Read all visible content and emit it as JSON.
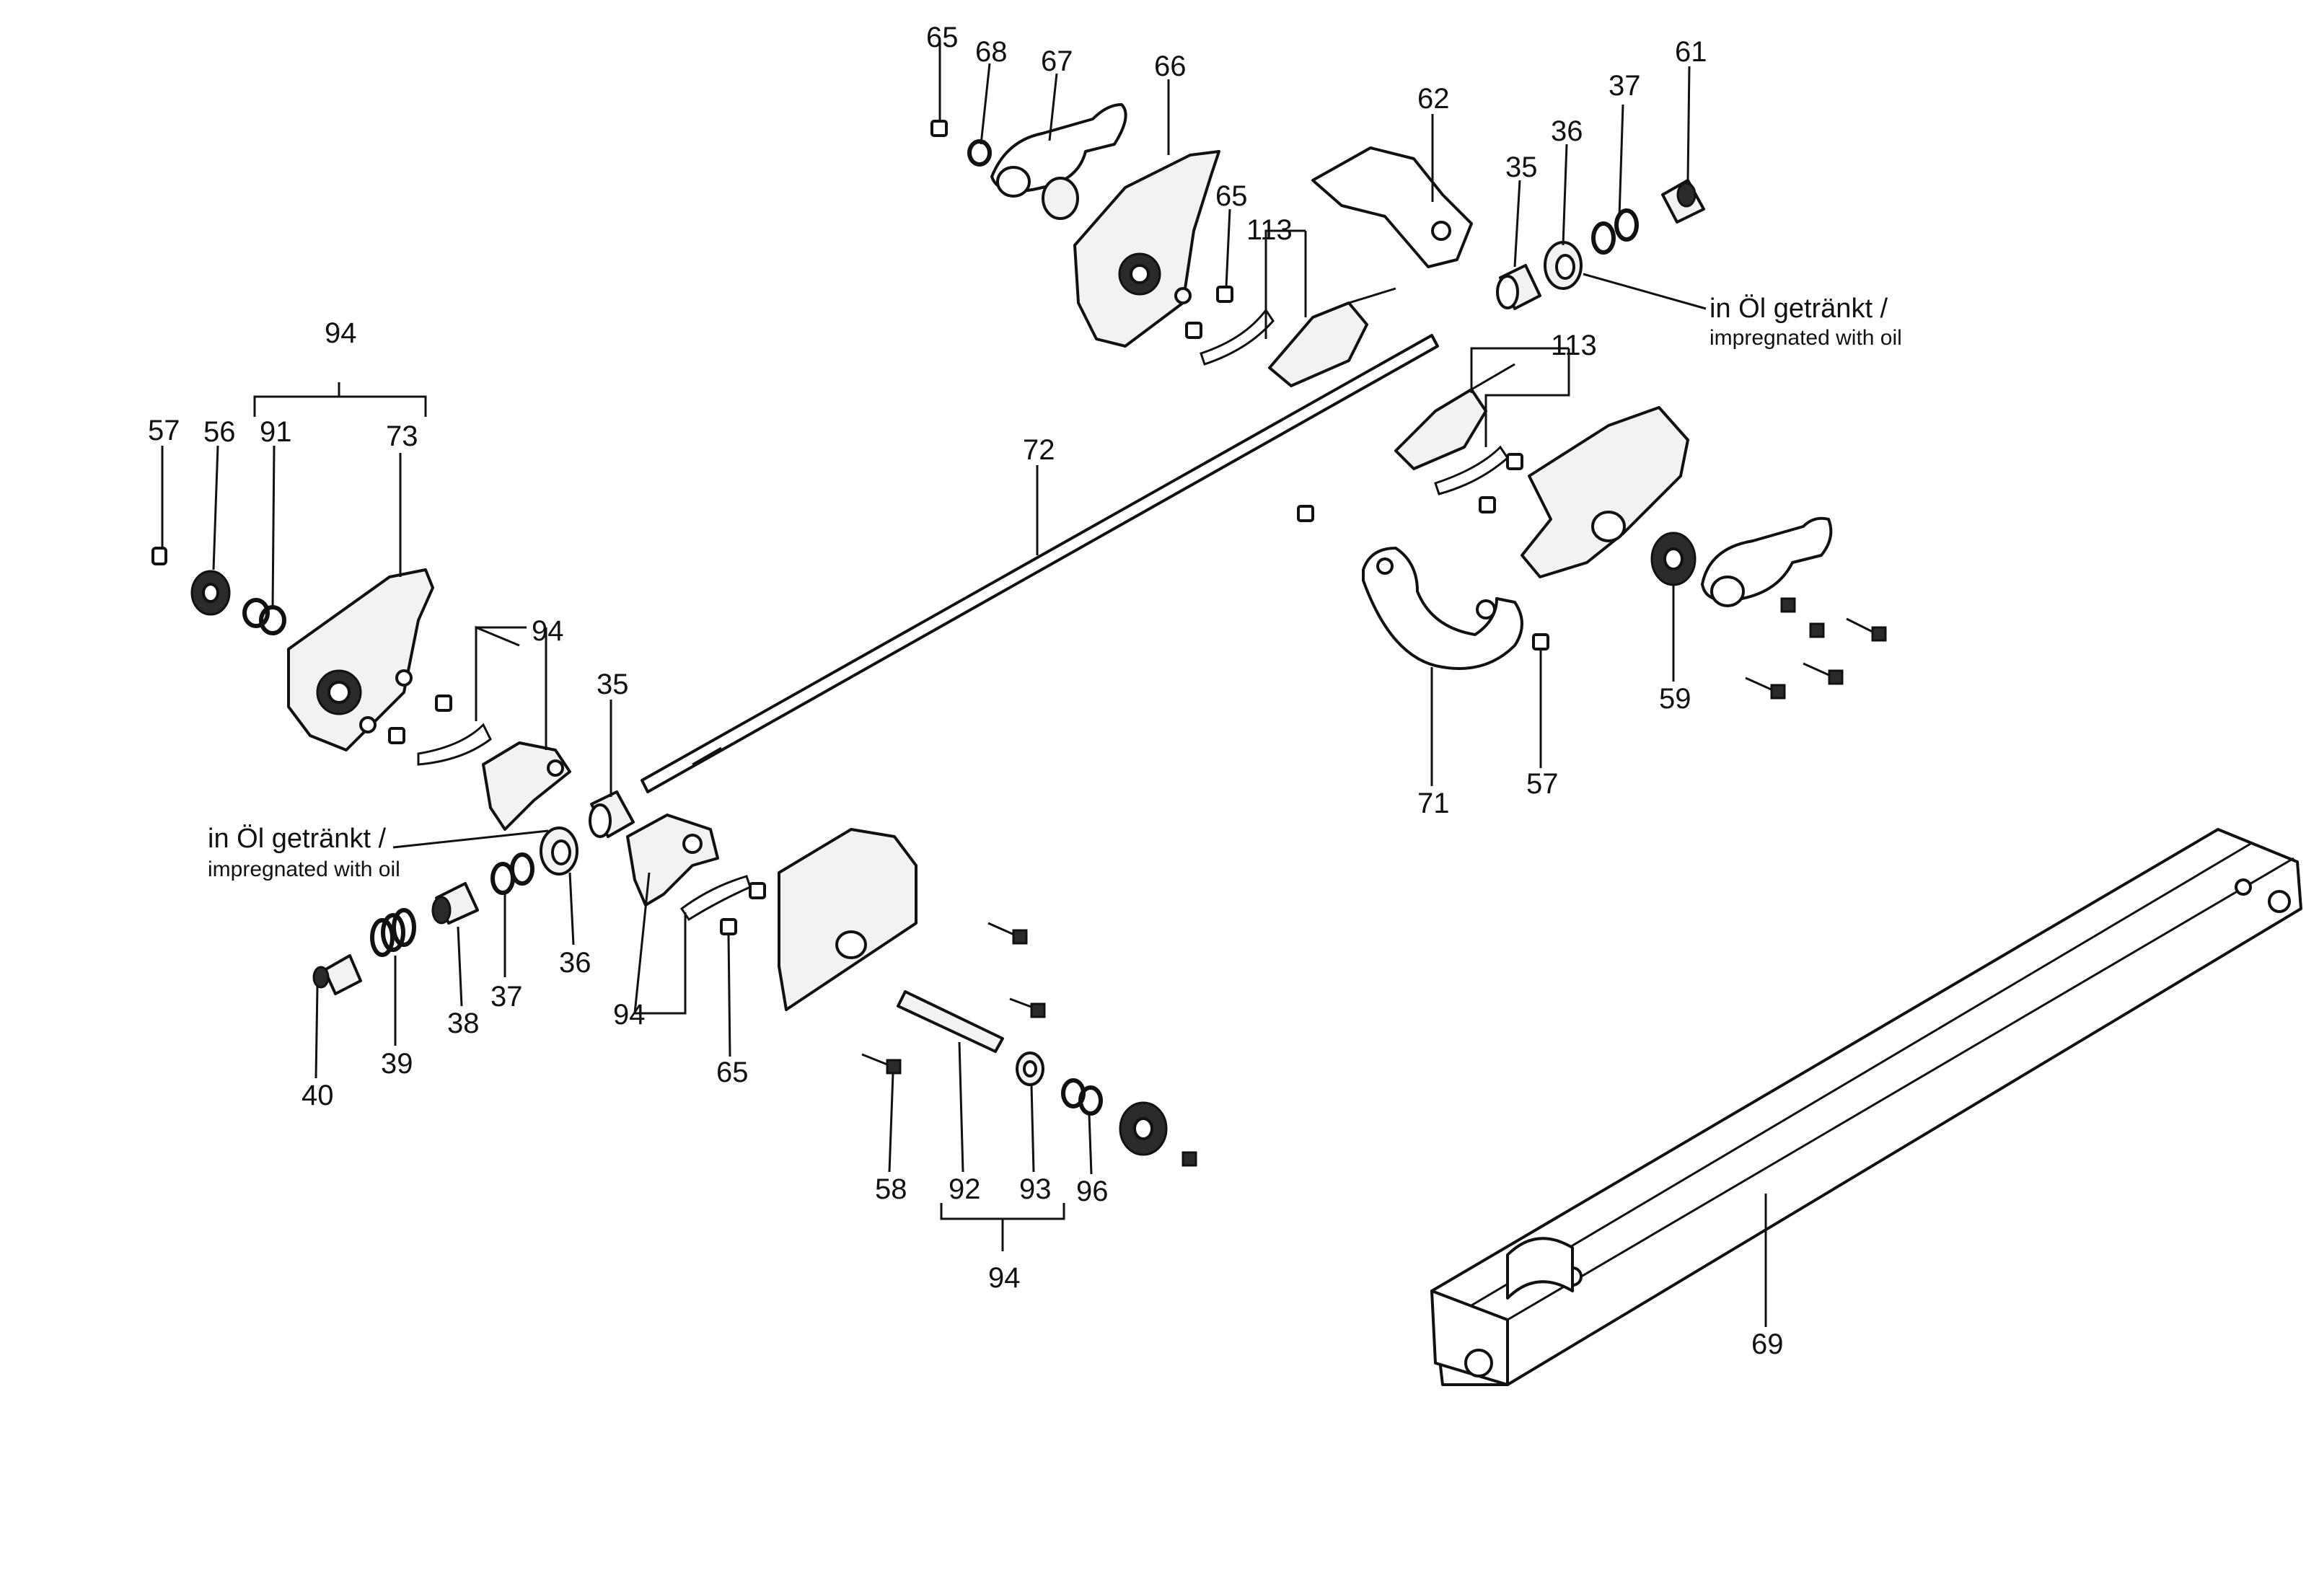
{
  "diagram": {
    "labels": [
      {
        "id": "l-65a",
        "text": "65"
      },
      {
        "id": "l-68",
        "text": "68"
      },
      {
        "id": "l-67",
        "text": "67"
      },
      {
        "id": "l-66",
        "text": "66"
      },
      {
        "id": "l-62",
        "text": "62"
      },
      {
        "id": "l-35a",
        "text": "35"
      },
      {
        "id": "l-36a",
        "text": "36"
      },
      {
        "id": "l-37a",
        "text": "37"
      },
      {
        "id": "l-61",
        "text": "61"
      },
      {
        "id": "l-65b",
        "text": "65"
      },
      {
        "id": "l-113a",
        "text": "113"
      },
      {
        "id": "l-113b",
        "text": "113"
      },
      {
        "id": "l-94a",
        "text": "94"
      },
      {
        "id": "l-57a",
        "text": "57"
      },
      {
        "id": "l-56",
        "text": "56"
      },
      {
        "id": "l-91",
        "text": "91"
      },
      {
        "id": "l-73",
        "text": "73"
      },
      {
        "id": "l-72",
        "text": "72"
      },
      {
        "id": "l-94b",
        "text": "94"
      },
      {
        "id": "l-35b",
        "text": "35"
      },
      {
        "id": "l-36b",
        "text": "36"
      },
      {
        "id": "l-37b",
        "text": "37"
      },
      {
        "id": "l-38",
        "text": "38"
      },
      {
        "id": "l-39",
        "text": "39"
      },
      {
        "id": "l-40",
        "text": "40"
      },
      {
        "id": "l-94c",
        "text": "94"
      },
      {
        "id": "l-65c",
        "text": "65"
      },
      {
        "id": "l-58",
        "text": "58"
      },
      {
        "id": "l-92",
        "text": "92"
      },
      {
        "id": "l-93",
        "text": "93"
      },
      {
        "id": "l-96",
        "text": "96"
      },
      {
        "id": "l-94d",
        "text": "94"
      },
      {
        "id": "l-59",
        "text": "59"
      },
      {
        "id": "l-57b",
        "text": "57"
      },
      {
        "id": "l-71",
        "text": "71"
      },
      {
        "id": "l-69",
        "text": "69"
      }
    ],
    "notes": {
      "top_line1": "in Öl getränkt /",
      "top_line2": "impregnated with oil",
      "left_line1": "in Öl getränkt /",
      "left_line2": "impregnated with oil"
    }
  }
}
